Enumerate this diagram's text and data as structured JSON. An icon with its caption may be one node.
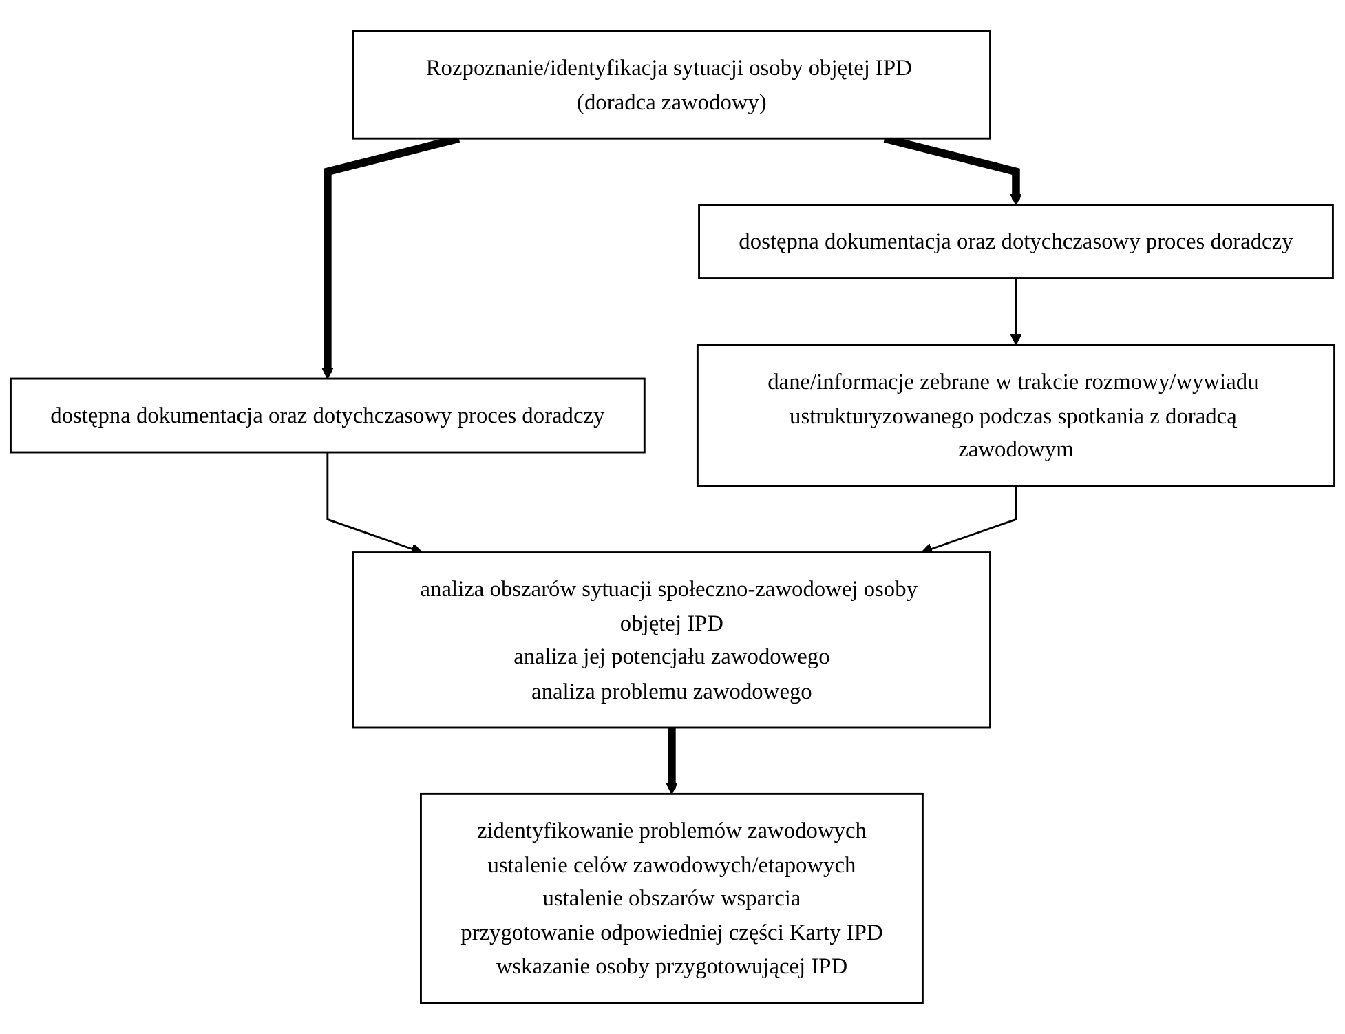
{
  "diagram": {
    "nodes": [
      {
        "text": [
          "Rozpoznanie/identyfikacja sytuacji osoby objętej IPD (doradca zawodowy)"
        ]
      },
      {
        "text": [
          "dostępna dokumentacja oraz dotychczasowy proces doradczy"
        ]
      },
      {
        "text": [
          "dostępna dokumentacja oraz dotychczasowy proces doradczy"
        ]
      },
      {
        "text": [
          "dane/informacje zebrane w trakcie rozmowy/wywiadu ustrukturyzowanego podczas spotkania z doradcą zawodowym"
        ]
      },
      {
        "text": [
          "analiza obszarów sytuacji społeczno-zawodowej osoby objętej IPD",
          "analiza jej potencjału zawodowego",
          "analiza problemu zawodowego"
        ]
      },
      {
        "text": [
          "zidentyfikowanie problemów zawodowych",
          "ustalenie celów zawodowych/etapowych",
          "ustalenie obszarów wsparcia",
          "przygotowanie odpowiedniej części Karty IPD",
          "wskazanie osoby przygotowującej IPD"
        ]
      }
    ],
    "edges": [
      {
        "from": 0,
        "to": 1,
        "arrow": "to",
        "style": "thick"
      },
      {
        "from": 0,
        "to": 2,
        "arrow": "to",
        "style": "thick"
      },
      {
        "from": 1,
        "to": 4,
        "arrow": "to"
      },
      {
        "from": 2,
        "to": 3,
        "arrow": "to"
      },
      {
        "from": 3,
        "to": 4,
        "arrow": "to"
      },
      {
        "from": 4,
        "to": 5,
        "arrow": "to",
        "style": "thick"
      }
    ]
  }
}
